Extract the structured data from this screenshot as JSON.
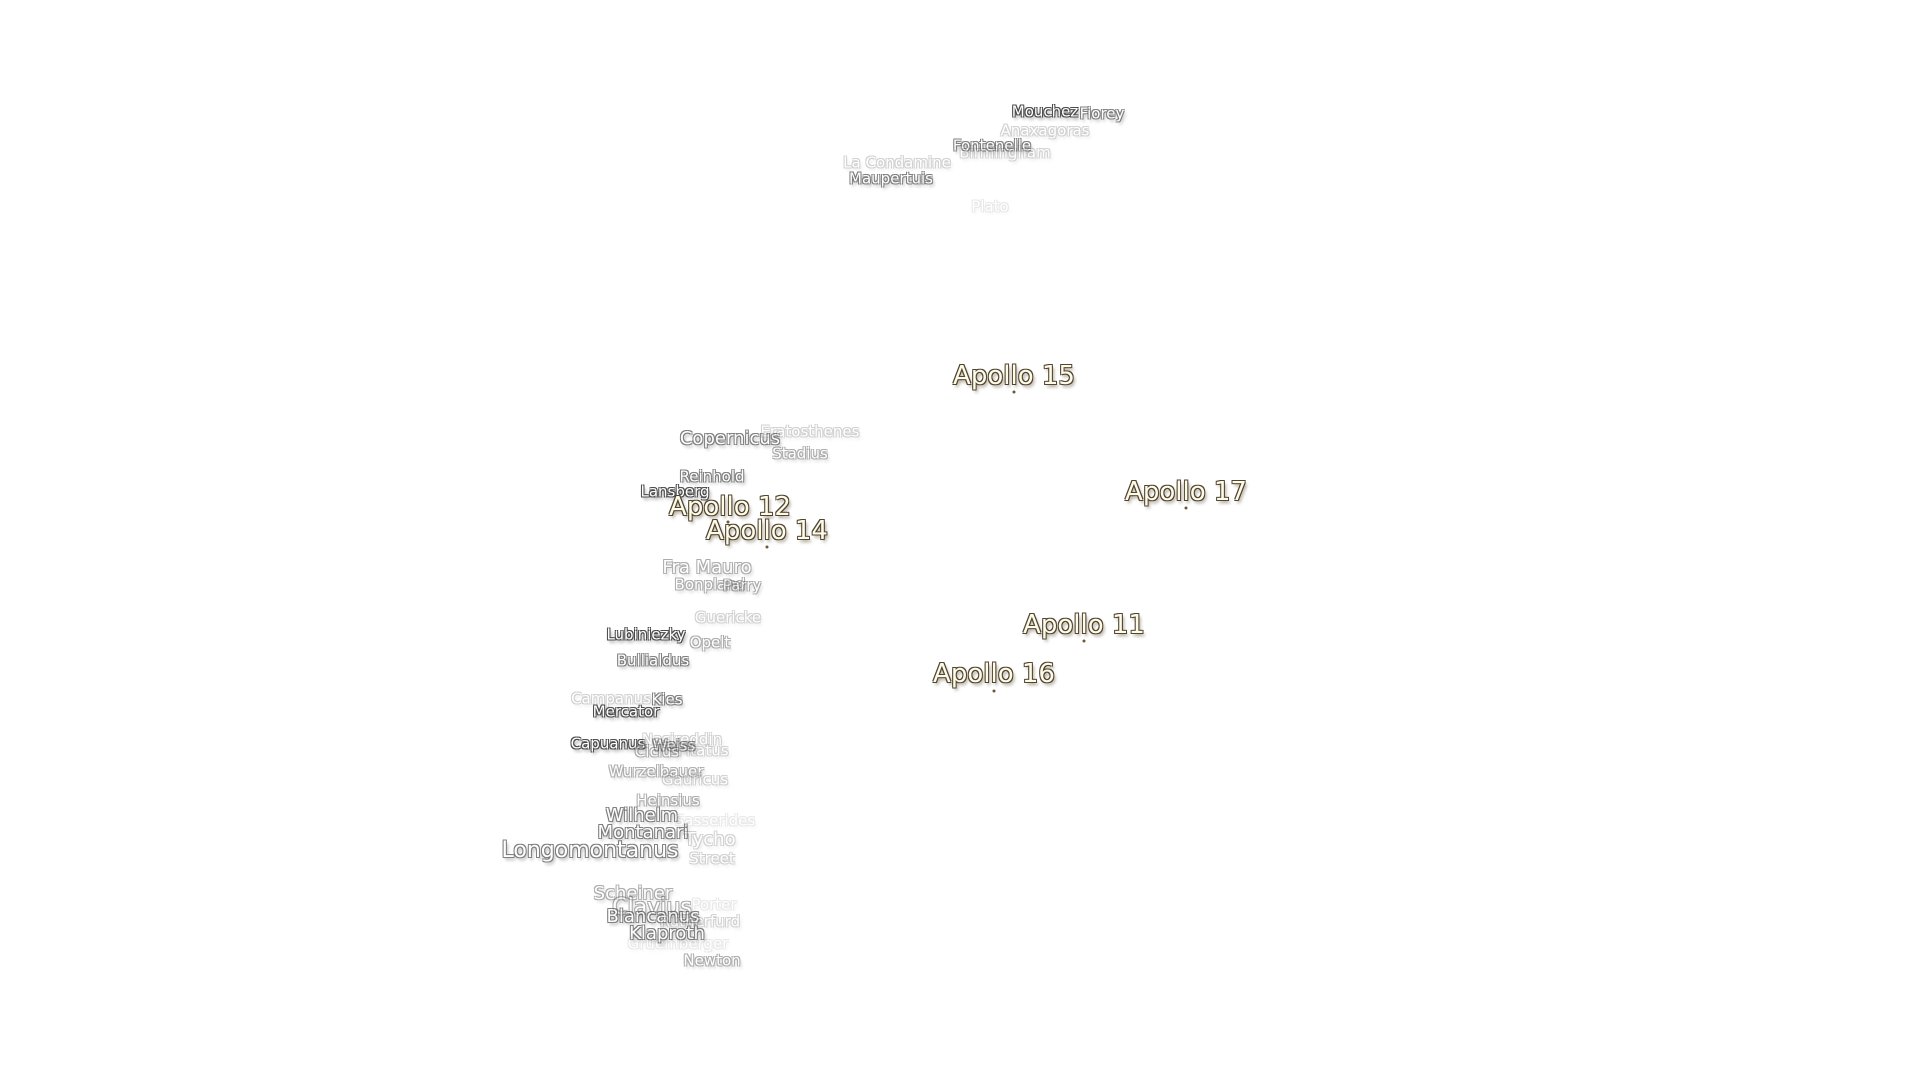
{
  "map": {
    "apollo_sites": [
      {
        "id": "apollo-11",
        "label": "Apollo 11"
      },
      {
        "id": "apollo-12",
        "label": "Apollo 12"
      },
      {
        "id": "apollo-14",
        "label": "Apollo 14"
      },
      {
        "id": "apollo-15",
        "label": "Apollo 15"
      },
      {
        "id": "apollo-16",
        "label": "Apollo 16"
      },
      {
        "id": "apollo-17",
        "label": "Apollo 17"
      }
    ],
    "craters": [
      "Mouchez",
      "Fiorey",
      "Anaxagoras",
      "Fontenelle",
      "Birmingham",
      "La Condamine",
      "Maupertuis",
      "Plato",
      "Copernicus",
      "Eratosthenes",
      "Stadius",
      "Reinhold",
      "Lansberg",
      "Fra Mauro",
      "Bonpland",
      "Parry",
      "Guericke",
      "Lubiniezky",
      "Opelt",
      "Bullialdus",
      "Campanus",
      "Kies",
      "Mercator",
      "Capuanus",
      "Weiss",
      "Ciclus",
      "Nasireddin",
      "Pitatus",
      "Wurzelbauer",
      "Gauricus",
      "Heinsius",
      "Wilhelm",
      "Montanari",
      "Longomontanus",
      "Tycho",
      "Street",
      "Sasserides",
      "Scheiner",
      "Clavius",
      "Blancanus",
      "Klaproth",
      "Porter",
      "Rutherfurd",
      "Gruemberger",
      "Newton"
    ]
  }
}
